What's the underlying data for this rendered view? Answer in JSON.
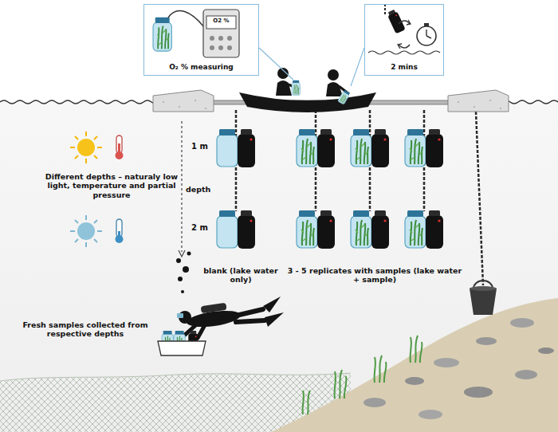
{
  "diagram": {
    "nodes": [
      {
        "text": [
          "O₂ % measuring"
        ]
      },
      {
        "text": [
          "2 mins"
        ]
      }
    ],
    "labels": [
      "O2 %",
      "Different depths – naturaly low light, temperature and partial pressure",
      "depth",
      "1 m",
      "2 m",
      "blank (lake water only)",
      "3 - 5 replicates with samples (lake water + sample)",
      "Fresh samples collected from respective depths"
    ]
  }
}
